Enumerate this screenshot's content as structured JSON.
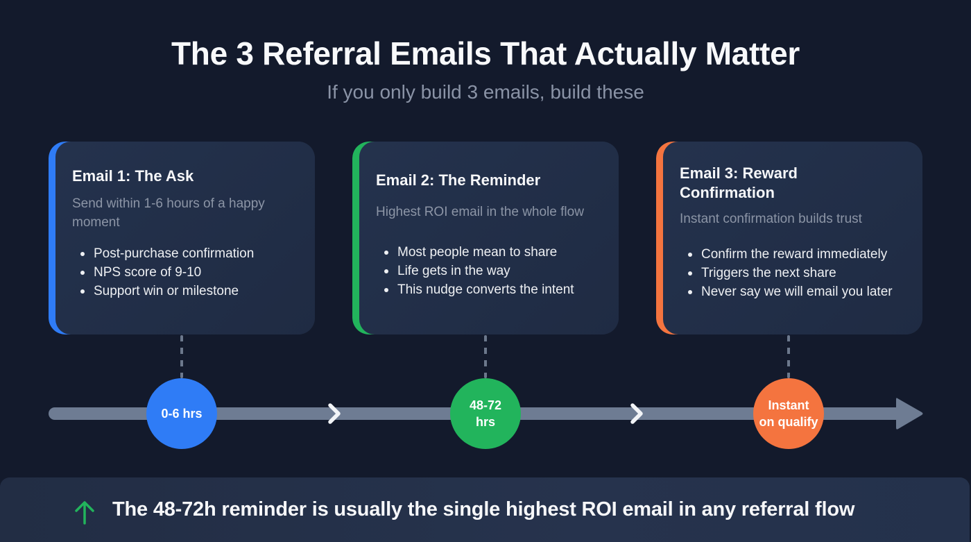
{
  "header": {
    "title": "The 3 Referral Emails That Actually Matter",
    "subtitle": "If you only build 3 emails, build these"
  },
  "colors": {
    "background": "#131a2c",
    "card": "#24324d",
    "blue": "#2f7cf6",
    "green": "#22b45c",
    "orange": "#f4743f",
    "track": "#6e7c93",
    "muted_text": "#8c95a6"
  },
  "cards": [
    {
      "title": "Email 1: The Ask",
      "subtitle": "Send within 1-6 hours of a happy moment",
      "bullets": [
        "Post-purchase confirmation",
        "NPS score of 9-10",
        "Support win or milestone"
      ],
      "accent": "blue"
    },
    {
      "title": "Email 2: The Reminder",
      "subtitle": "Highest ROI email in the whole flow",
      "bullets": [
        "Most people mean to share",
        "Life gets in the way",
        "This nudge converts the intent"
      ],
      "accent": "green"
    },
    {
      "title_line1": "Email 3: Reward",
      "title_line2": "Confirmation",
      "subtitle": "Instant confirmation builds trust",
      "bullets": [
        "Confirm the reward immediately",
        "Triggers the next share",
        "Never say we will email you later"
      ],
      "accent": "orange"
    }
  ],
  "timeline": {
    "nodes": [
      {
        "line1": "0-6 hrs",
        "line2": ""
      },
      {
        "line1": "48-72",
        "line2": "hrs"
      },
      {
        "line1": "Instant",
        "line2": "on qualify"
      }
    ],
    "icons": [
      "chevron-right-icon",
      "chevron-right-icon",
      "arrow-right-icon"
    ]
  },
  "banner": {
    "icon": "arrow-up-icon",
    "text": "The 48-72h reminder is usually the single highest ROI email in any referral flow"
  }
}
